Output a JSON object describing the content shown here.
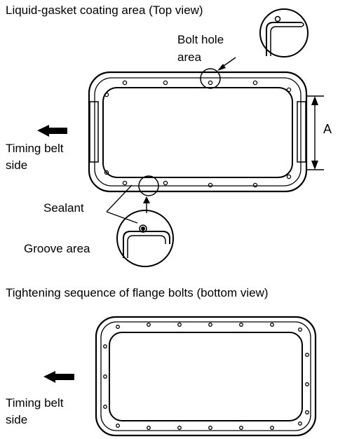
{
  "top_view": {
    "title": "Liquid-gasket coating area (Top view)",
    "bolt_hole_label_line1": "Bolt hole",
    "bolt_hole_label_line2": "area",
    "dimension_label": "A",
    "timing_belt_line1": "Timing belt",
    "timing_belt_line2": "side",
    "sealant_label": "Sealant",
    "groove_label": "Groove area"
  },
  "bottom_view": {
    "title": "Tightening sequence of flange bolts (bottom view)",
    "timing_belt_line1": "Timing belt",
    "timing_belt_line2": "side"
  },
  "colors": {
    "ink": "#000000",
    "paper": "#ffffff"
  },
  "icons": [
    "arrow-left-icon",
    "magnifier-callout-icon"
  ]
}
